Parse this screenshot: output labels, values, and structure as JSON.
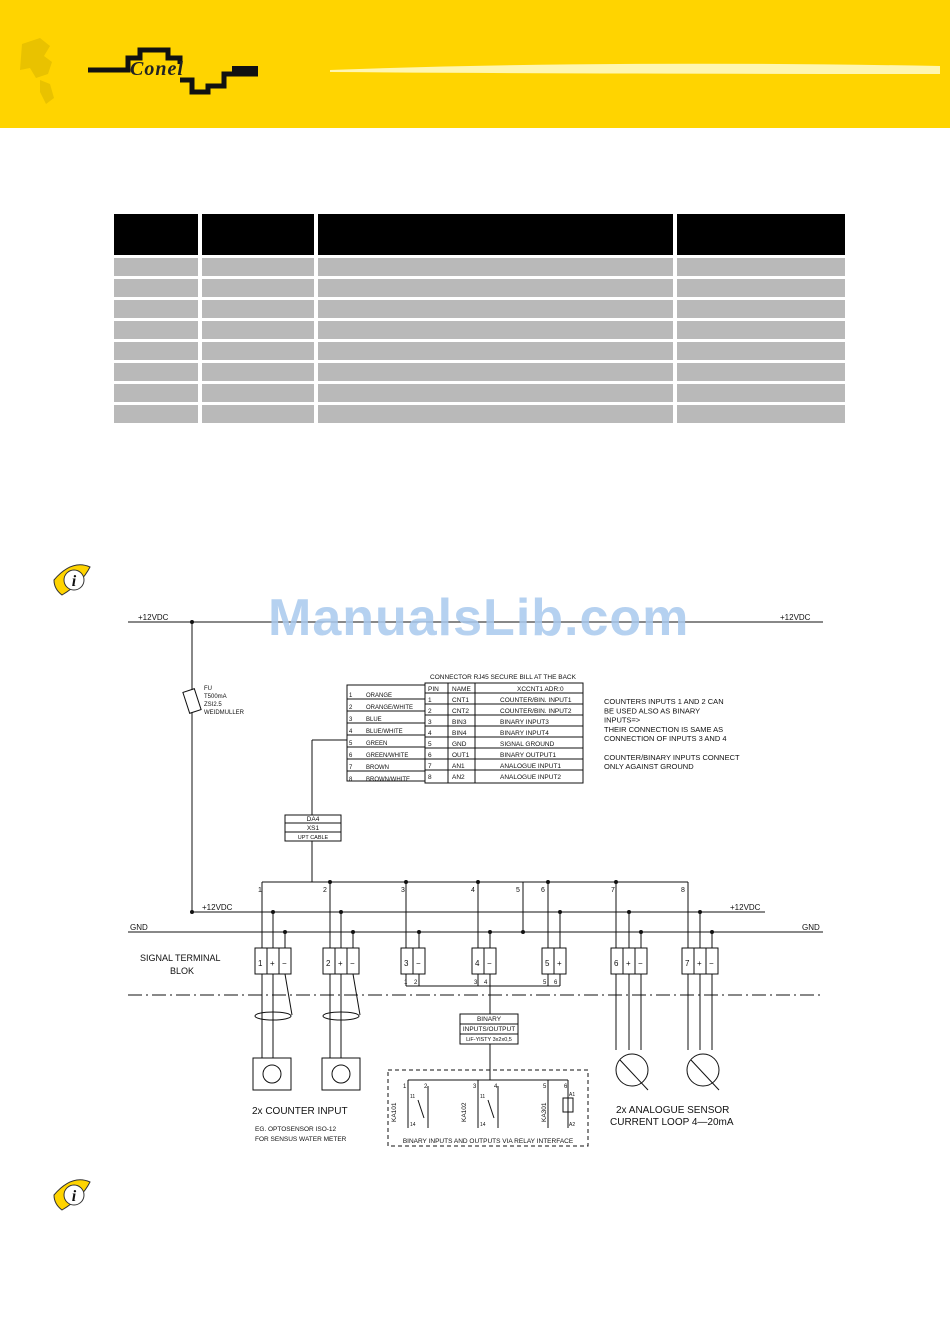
{
  "brand": {
    "logo_text": "Conel"
  },
  "watermark": "ManualsLib.com",
  "table": {
    "rows": 8,
    "columns": 4
  },
  "schematic": {
    "supply_left": "+12VDC",
    "supply_right": "+12VDC",
    "fuse": [
      "FU",
      "T500mA",
      "ZSI2.5",
      "WEIDMULLER"
    ],
    "connector_title": "CONNECTOR RJ45 SECURE BILL AT THE BACK",
    "wires": [
      {
        "n": "1",
        "color": "ORANGE"
      },
      {
        "n": "2",
        "color": "ORANGE/WHITE"
      },
      {
        "n": "3",
        "color": "BLUE"
      },
      {
        "n": "4",
        "color": "BLUE/WHITE"
      },
      {
        "n": "5",
        "color": "GREEN"
      },
      {
        "n": "6",
        "color": "GREEN/WHITE"
      },
      {
        "n": "7",
        "color": "BROWN"
      },
      {
        "n": "8",
        "color": "BROWN/WHITE"
      }
    ],
    "pin_header": {
      "pin": "PIN",
      "name": "NAME",
      "desc": "XCCNT1  ADR:0"
    },
    "pins": [
      {
        "pin": "1",
        "name": "CNT1",
        "desc": "COUNTER/BIN. INPUT1"
      },
      {
        "pin": "2",
        "name": "CNT2",
        "desc": "COUNTER/BIN. INPUT2"
      },
      {
        "pin": "3",
        "name": "BIN3",
        "desc": "BINARY INPUT3"
      },
      {
        "pin": "4",
        "name": "BIN4",
        "desc": "BINARY INPUT4"
      },
      {
        "pin": "5",
        "name": "GND",
        "desc": "SIGNAL GROUND"
      },
      {
        "pin": "6",
        "name": "OUT1",
        "desc": "BINARY OUTPUT1"
      },
      {
        "pin": "7",
        "name": "AN1",
        "desc": "ANALOGUE INPUT1"
      },
      {
        "pin": "8",
        "name": "AN2",
        "desc": "ANALOGUE INPUT2"
      }
    ],
    "notes": [
      "COUNTERS INPUTS 1 AND 2 CAN",
      "BE USED ALSO AS BINARY",
      "INPUTS=>",
      "THEIR CONNECTION IS SAME AS",
      "CONNECTION OF INPUTS 3 AND 4",
      "",
      "COUNTER/BINARY INPUTS CONNECT",
      "ONLY AGAINST GROUND"
    ],
    "cable_box": [
      "DA4",
      "XS1",
      "UPT CABLE"
    ],
    "bus_numbers": [
      "1",
      "2",
      "3",
      "4",
      "5",
      "6",
      "7",
      "8"
    ],
    "mid_supply_left": "+12VDC",
    "mid_supply_right": "+12VDC",
    "gnd_left": "GND",
    "gnd_right": "GND",
    "terminal_label_1": "SIGNAL TERMINAL",
    "terminal_label_2": "BLOK",
    "terminals": [
      {
        "n": "1",
        "signs": [
          "+",
          "−"
        ]
      },
      {
        "n": "2",
        "signs": [
          "+",
          "−"
        ]
      },
      {
        "n": "3",
        "signs": [
          "−"
        ]
      },
      {
        "n": "4",
        "signs": [
          "−"
        ]
      },
      {
        "n": "5",
        "signs": [
          "+"
        ]
      },
      {
        "n": "6",
        "signs": [
          "+",
          "−"
        ]
      },
      {
        "n": "7",
        "signs": [
          "+",
          "−"
        ]
      }
    ],
    "terminal_sub": [
      "1",
      "2",
      "3",
      "4",
      "5",
      "6"
    ],
    "binary_box": [
      "BINARY",
      "INPUTS/OUTPUT",
      "LiF-YlSTY 3x2x0,5"
    ],
    "counter_caption": "2x  COUNTER  INPUT",
    "counter_sub_1": "EG. OPTOSENSOR ISO-12",
    "counter_sub_2": "FOR SENSUS WATER METER",
    "relay_caption": "BINARY INPUTS AND OUTPUTS VIA RELAY INTERFACE",
    "relays": [
      "KA101",
      "KA102",
      "KA301"
    ],
    "relay_pins": [
      "1",
      "2",
      "3",
      "4",
      "5",
      "6"
    ],
    "relay_contacts": [
      "11",
      "14",
      "11",
      "14",
      "A1",
      "A2"
    ],
    "analogue_caption_1": "2x  ANALOGUE  SENSOR",
    "analogue_caption_2": "CURRENT  LOOP  4—20mA"
  }
}
